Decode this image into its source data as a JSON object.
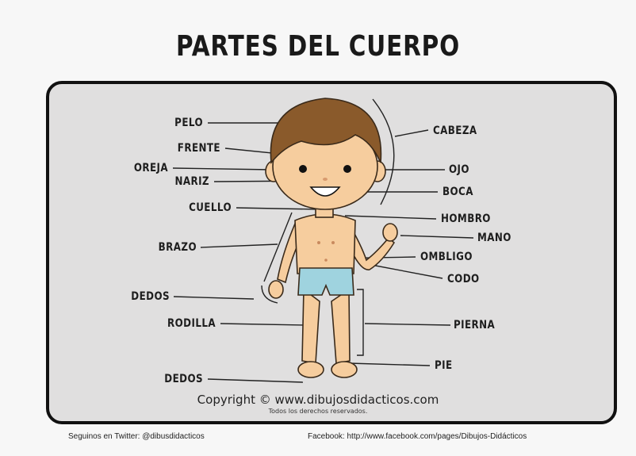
{
  "title": "PARTES DEL CUERPO",
  "labels_left": [
    "PELO",
    "FRENTE",
    "OREJA",
    "NARIZ",
    "CUELLO",
    "BRAZO",
    "DEDOS",
    "RODILLA",
    "DEDOS"
  ],
  "labels_right": [
    "CABEZA",
    "OJO",
    "BOCA",
    "HOMBRO",
    "MANO",
    "OMBLIGO",
    "CODO",
    "PIERNA",
    "PIE"
  ],
  "copyright": "Copyright © www.dibujosdidacticos.com",
  "rights": "Todos los derechos reservados.",
  "footer_left": "Seguinos en Twitter: @dibusdidacticos",
  "footer_right": "Facebook:  http://www.facebook.com/pages/Dibujos-Didácticos",
  "colors": {
    "skin": "#f6cd9e",
    "hair": "#8a5a2b",
    "shorts": "#9fd3df",
    "panel": "#e0dfdf",
    "outline": "#111111"
  }
}
